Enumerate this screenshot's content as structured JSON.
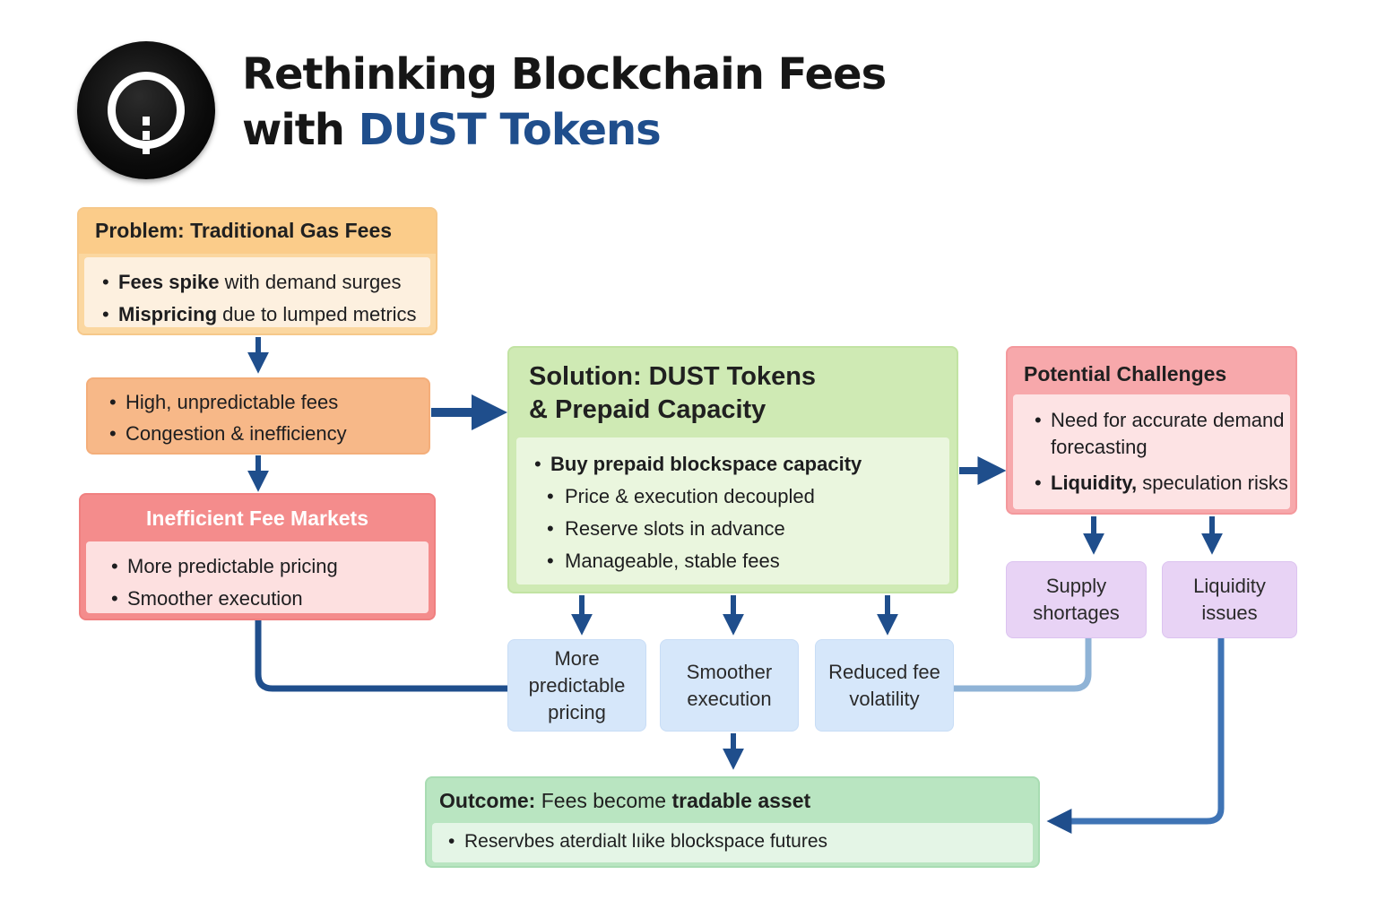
{
  "title": {
    "line1": "Rethinking Blockchain Fees",
    "line2_prefix": "with ",
    "line2_accent": "DUST Tokens"
  },
  "problem": {
    "header": "Problem: Traditional Gas Fees",
    "items": [
      {
        "bold": "Fees spike",
        "rest": " with demand surges"
      },
      {
        "bold": "Mispricing",
        "rest": " due to lumped metrics"
      }
    ]
  },
  "symptoms": {
    "items": [
      "High, unpredictable fees",
      "Congestion & inefficiency"
    ]
  },
  "inefficient": {
    "header": "Inefficient Fee Markets",
    "items": [
      "More predictable pricing",
      "Smoother execution"
    ]
  },
  "solution": {
    "header_line1": "Solution: DUST Tokens",
    "header_line2": "& Prepaid Capacity",
    "main_item": "Buy prepaid blockspace capacity",
    "sub_items": [
      "Price & execution decoupled",
      "Reserve slots in advance",
      "Manageable, stable fees"
    ]
  },
  "challenges": {
    "header": "Potential Challenges",
    "item1": "Need for accurate demand forecasting",
    "item2_bold": "Liquidity,",
    "item2_rest": " speculation risks"
  },
  "benefits": {
    "predictable": "More predictable pricing",
    "smoother": "Smoother execution",
    "reduced": "Reduced fee volatility"
  },
  "risks": {
    "supply": "Supply shortages",
    "liquidity": "Liquidity issues"
  },
  "outcome": {
    "header_bold": "Outcome:",
    "header_mid": " Fees become ",
    "header_strong": "tradable asset",
    "item": "Reservbes aterdialt lıike blockspace futures"
  },
  "colors": {
    "accent": "#1f4e8c",
    "arrow": "#1f4e8c",
    "connector_light": "#8fb3d6",
    "problem": "#fbcc8a",
    "inefficient": "#f48c8c",
    "solution": "#cfeab4",
    "challenges": "#f7a8ab",
    "outcome": "#b9e5c1"
  }
}
